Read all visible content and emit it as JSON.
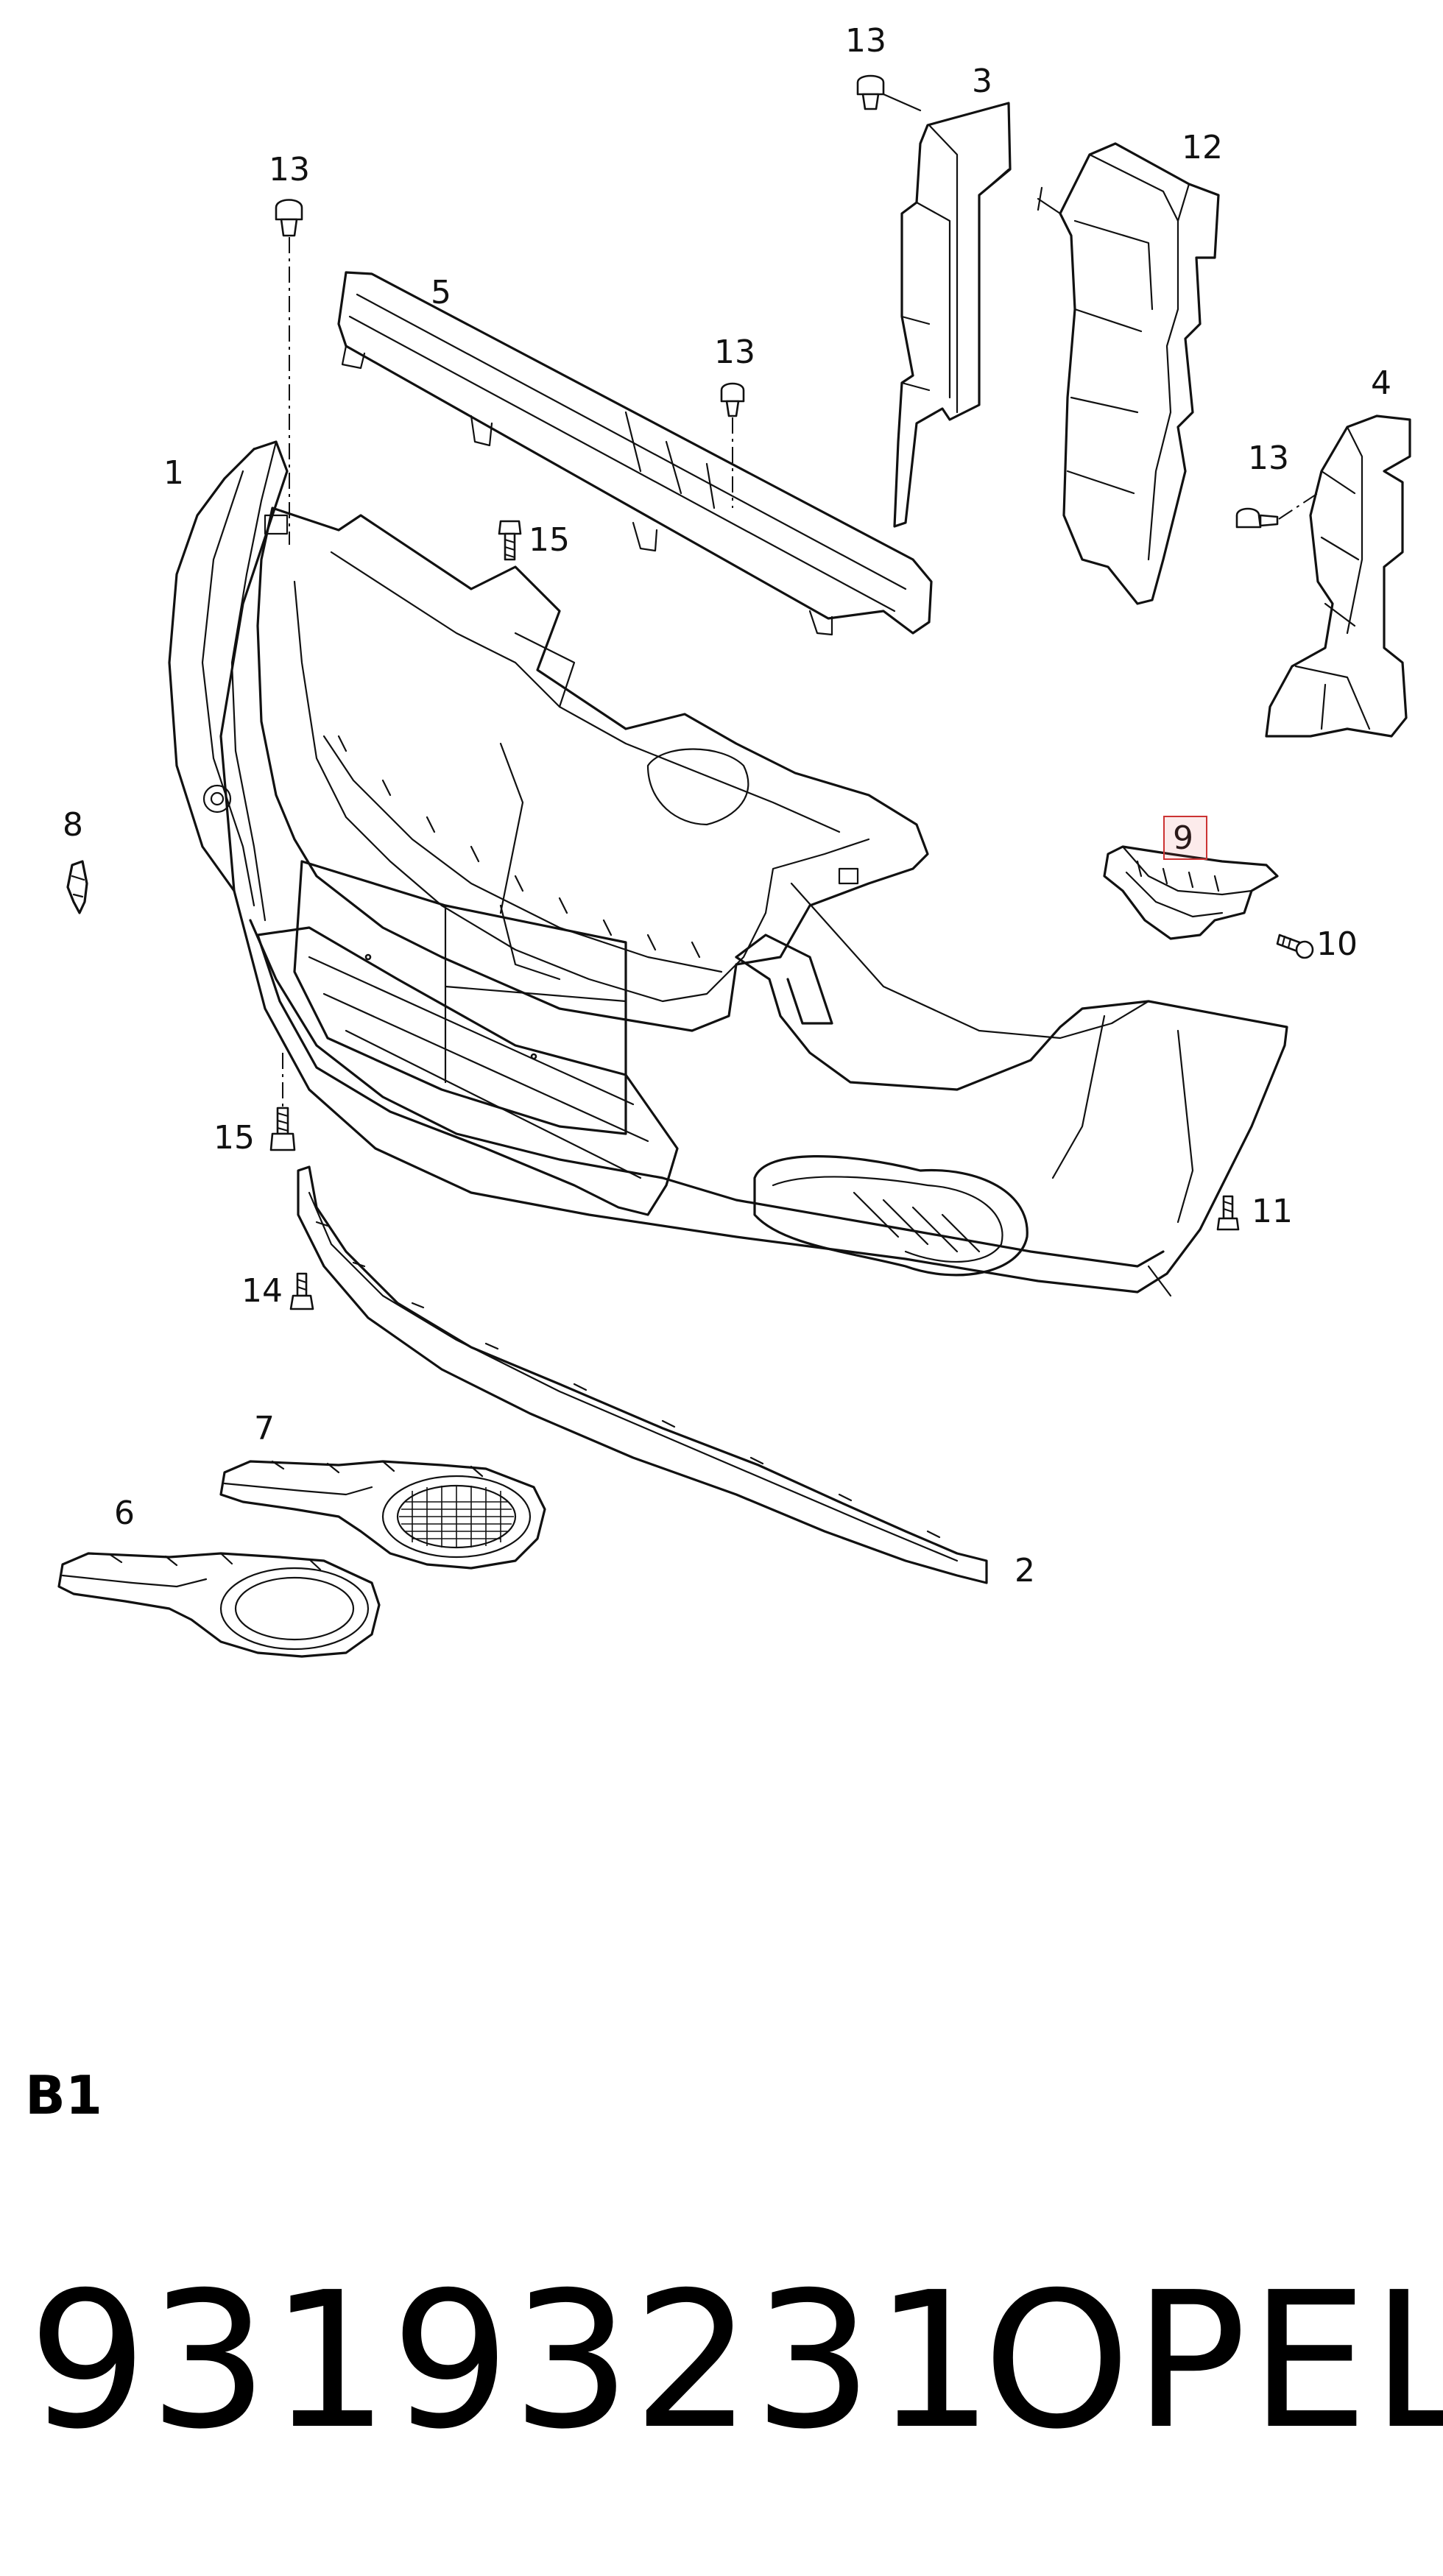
{
  "callouts": {
    "c1": "1",
    "c2": "2",
    "c3": "3",
    "c4": "4",
    "c5": "5",
    "c6": "6",
    "c7": "7",
    "c8": "8",
    "c9": "9",
    "c10": "10",
    "c11": "11",
    "c12": "12",
    "c13a": "13",
    "c13b": "13",
    "c13c": "13",
    "c13d": "13",
    "c14": "14",
    "c15a": "15",
    "c15b": "15"
  },
  "highlighted_callout": "9",
  "highlight_color": "#cc3333",
  "section_code": "B1",
  "part_number": "93193231",
  "brand": "OPEL"
}
